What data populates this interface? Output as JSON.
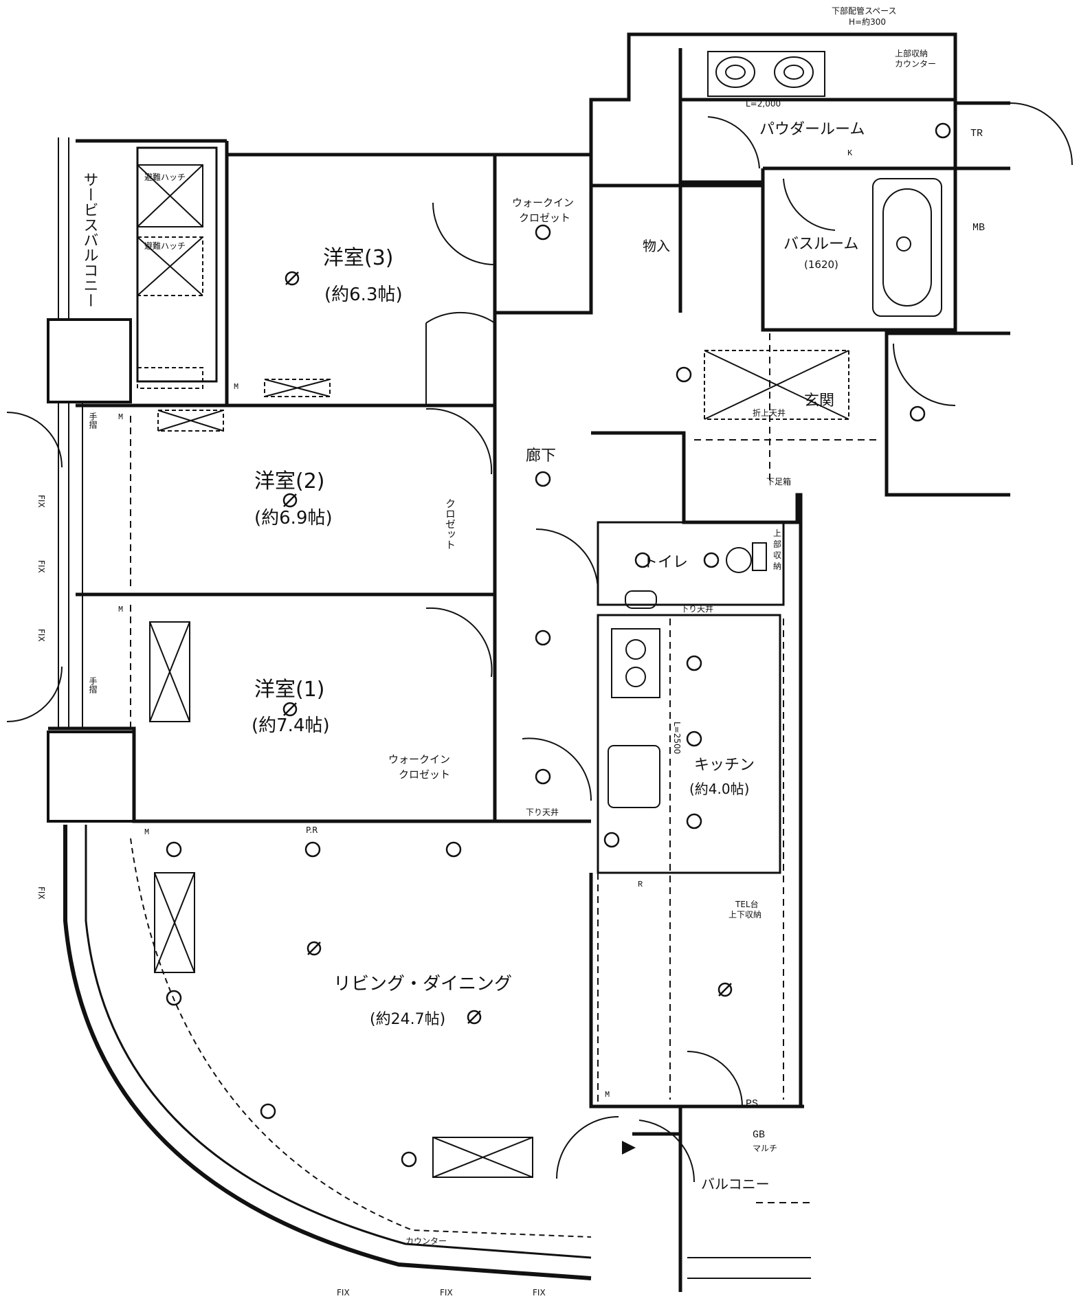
{
  "top_note": [
    "下部配管スペース",
    "H=約300"
  ],
  "rooms": {
    "service_balcony": "サービスバルコニー",
    "western_3": "洋室(3)",
    "western_3_area": "(約6.3帖)",
    "western_2": "洋室(2)",
    "western_2_area": "(約6.9帖)",
    "western_1": "洋室(1)",
    "western_1_area": "(約7.4帖)",
    "wic_top": [
      "ウォークイン",
      "クロゼット"
    ],
    "wic_bottom": [
      "ウォークイン",
      "クロゼット"
    ],
    "closet": "クロゼット",
    "storage": "物入",
    "powder_room": "パウダールーム",
    "bathroom": "バスルーム",
    "bathroom_size": "(1620)",
    "entrance": "玄関",
    "corridor": "廊下",
    "toilet": "トイレ",
    "kitchen": "キッチン",
    "kitchen_area": "(約4.0帖)",
    "living_dining": "リビング・ダイニング",
    "living_dining_area": "(約24.7帖)",
    "balcony": "バルコニー"
  },
  "labels": {
    "tr": "TR",
    "mb": "MB",
    "ps": "PS",
    "gb": "GB",
    "pr": "P.R",
    "counter": "カウンター",
    "counter_top": [
      "上部収納",
      "カウンター"
    ],
    "hatch_1": "避難ハッチ",
    "hatch_2": "避難ハッチ",
    "drop_ceiling": "下り天井",
    "drop_ceiling_2": "下り天井",
    "folding_ceiling": "折上天井",
    "shoebox": "下足箱",
    "tel": [
      "TEL台",
      "上下収納"
    ],
    "l2000": "L=2,000",
    "l2500": "L=2500",
    "upper_storage": [
      "上",
      "部",
      "収",
      "納"
    ],
    "fix": "FIX",
    "hand_rail": "手摺",
    "m": "M",
    "k": "K",
    "r": "R",
    "multi": "マルチ"
  }
}
